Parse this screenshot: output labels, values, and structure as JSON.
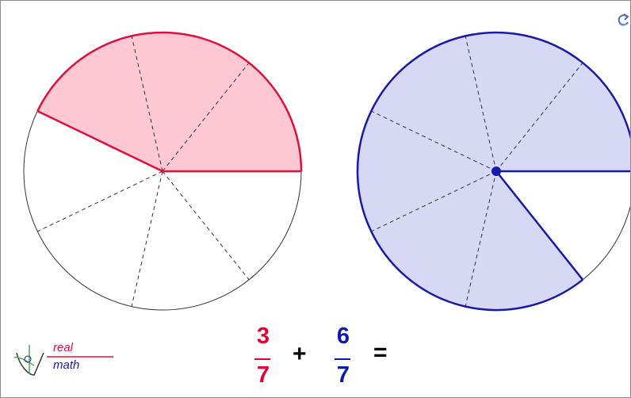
{
  "colors": {
    "left_fill": "#fdc7d3",
    "left_stroke": "#e0103c",
    "right_fill": "#d7d8f4",
    "right_stroke": "#1a1aaa",
    "divider": "#333333",
    "outline": "#333333",
    "fraction_red": "#e60033",
    "fraction_blue": "#0c1aa8"
  },
  "pie_left": {
    "parts": 7,
    "shaded": 3
  },
  "pie_right": {
    "parts": 7,
    "shaded": 6
  },
  "equation": {
    "left_fraction": {
      "numerator": "3",
      "denominator": "7"
    },
    "plus": "+",
    "right_fraction": {
      "numerator": "6",
      "denominator": "7"
    },
    "equals": "="
  },
  "logo": {
    "line1": "real",
    "line2": "math"
  },
  "icons": {
    "refresh": "refresh-icon",
    "logo": "realmath-logo-icon"
  }
}
